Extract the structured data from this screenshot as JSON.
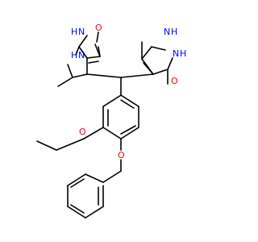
{
  "molecule": {
    "atoms": [
      {
        "id": "o_top",
        "text": "O",
        "color": "#ff0000"
      },
      {
        "id": "nh_top1",
        "text": "H",
        "n": "N",
        "color": "#0000ff"
      },
      {
        "id": "nh_top2",
        "text": "H",
        "n": "N",
        "color": "#0000ff"
      },
      {
        "id": "nh_right1",
        "text": "H",
        "n": "N",
        "color": "#0000ff"
      },
      {
        "id": "nh_right2",
        "text": "H",
        "n": "N",
        "color": "#0000ff"
      },
      {
        "id": "o_right",
        "text": "O",
        "color": "#ff0000"
      },
      {
        "id": "o_ethoxy",
        "text": "O",
        "color": "#ff0000"
      },
      {
        "id": "o_benzyl",
        "text": "O",
        "color": "#ff0000"
      }
    ],
    "colors": {
      "bond": "#000000",
      "oxygen": "#ff0000",
      "nitrogen": "#0000ff"
    }
  }
}
